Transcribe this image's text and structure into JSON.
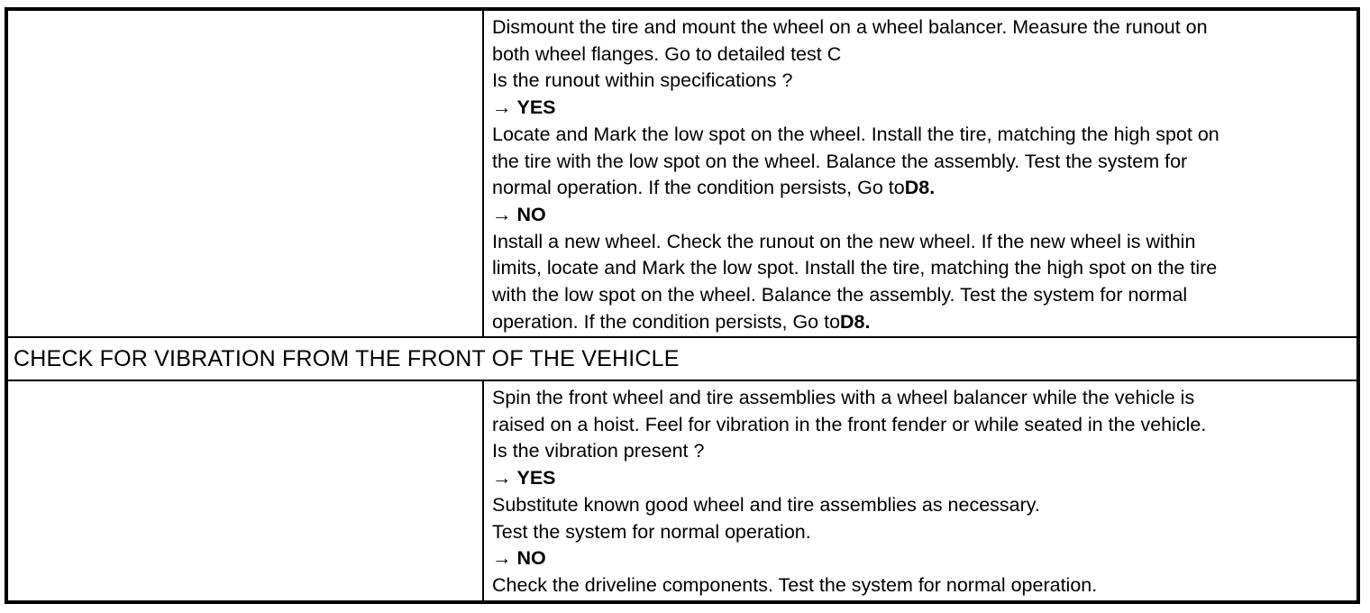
{
  "page": {
    "background_color": "#ffffff",
    "text_color": "#000000",
    "border_color": "#000000"
  },
  "rows": [
    {
      "type": "two_col",
      "left_text": "",
      "right_lines": [
        [
          {
            "t": "Dismount the tire and mount the wheel on a wheel balancer. Measure the runout on"
          }
        ],
        [
          {
            "t": "both wheel flanges. Go to detailed test C"
          }
        ],
        [
          {
            "t": "Is the runout within specifications ?"
          }
        ],
        [
          {
            "t": "→ ",
            "arrow": true
          },
          {
            "t": "YES",
            "b": true
          }
        ],
        [
          {
            "t": "Locate and Mark the low spot on the wheel. Install the tire, matching the high spot on"
          }
        ],
        [
          {
            "t": "the tire with the low spot on the wheel. Balance the assembly. Test the system for"
          }
        ],
        [
          {
            "t": "normal operation. If the condition persists, Go to"
          },
          {
            "t": "D8.",
            "b": true
          }
        ],
        [
          {
            "t": "→ ",
            "arrow": true
          },
          {
            "t": "NO",
            "b": true
          }
        ],
        [
          {
            "t": "Install a new wheel. Check the runout on the new wheel. If the new wheel is within"
          }
        ],
        [
          {
            "t": "limits, locate and Mark the low spot. Install the tire, matching the high spot on the tire"
          }
        ],
        [
          {
            "t": "with the low spot on the wheel. Balance the assembly. Test the system for normal"
          }
        ],
        [
          {
            "t": "operation. If the condition persists, Go to"
          },
          {
            "t": "D8.",
            "b": true
          }
        ]
      ]
    },
    {
      "type": "section_header",
      "text": "CHECK FOR VIBRATION FROM THE FRONT OF THE VEHICLE"
    },
    {
      "type": "two_col",
      "left_text": "",
      "right_lines": [
        [
          {
            "t": "Spin the front wheel and tire assemblies with a wheel balancer while the vehicle is"
          }
        ],
        [
          {
            "t": "raised on a hoist. Feel for vibration in the front fender or while seated in the vehicle."
          }
        ],
        [
          {
            "t": "Is the vibration present ?"
          }
        ],
        [
          {
            "t": "→ ",
            "arrow": true
          },
          {
            "t": "YES",
            "b": true
          }
        ],
        [
          {
            "t": "Substitute known good wheel and tire assemblies as necessary."
          }
        ],
        [
          {
            "t": "Test the system for normal operation."
          }
        ],
        [
          {
            "t": "→ ",
            "arrow": true
          },
          {
            "t": "NO",
            "b": true
          }
        ],
        [
          {
            "t": "Check the driveline components. Test the system for normal operation."
          }
        ]
      ]
    }
  ]
}
